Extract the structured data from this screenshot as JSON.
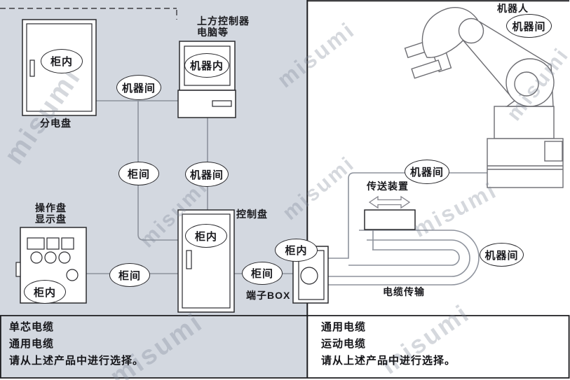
{
  "watermark": {
    "text": "misumi"
  },
  "tags": {
    "cabinet_inner": "柜内",
    "machine_inner": "机器内",
    "between_cabinets": "柜间",
    "between_machines": "机器间"
  },
  "labels": {
    "distribution_board": "分电盘",
    "upper_controller_line1": "上方控制器",
    "upper_controller_line2": "电脑等",
    "operation_panel_line1": "操作盘",
    "operation_panel_line2": "显示盘",
    "control_panel": "控制盘",
    "terminal_box": "端子BOX",
    "robot": "机器人",
    "conveyor": "传送装置",
    "cable_transfer": "电缆传输"
  },
  "bottom_left": {
    "line1": "单芯电缆",
    "line2": "通用电缆",
    "line3": "请从上述产品中进行选择。"
  },
  "bottom_right": {
    "line1": "通用电缆",
    "line2": "运动电缆",
    "line3": "请从上述产品中进行选择。"
  },
  "colors": {
    "panel_bg": "#d3d8e0",
    "connector_line": "#8d929c",
    "outline": "#2a2a2e",
    "robot_line": "#6d6d72"
  }
}
